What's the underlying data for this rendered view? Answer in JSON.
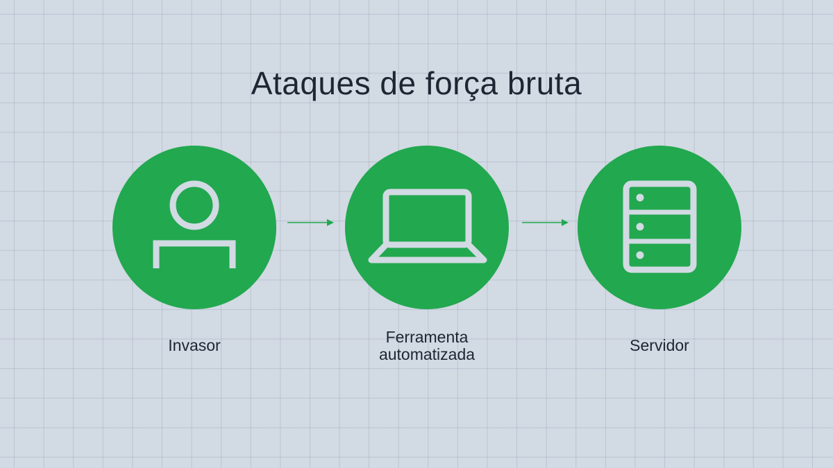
{
  "title": "Ataques de força bruta",
  "colors": {
    "background": "#d2dae3",
    "node_fill": "#22a84f",
    "icon_stroke": "#d2dae3",
    "arrow": "#22a84f",
    "text": "#1c2733"
  },
  "nodes": [
    {
      "icon": "user-icon",
      "label_lines": [
        "Invasor"
      ]
    },
    {
      "icon": "laptop-icon",
      "label_lines": [
        "Ferramenta",
        "automatizada"
      ]
    },
    {
      "icon": "server-icon",
      "label_lines": [
        "Servidor"
      ]
    }
  ]
}
